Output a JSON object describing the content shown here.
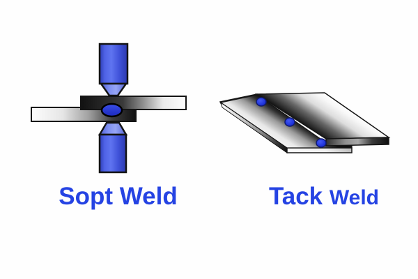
{
  "figures": {
    "spot": {
      "label": "Sopt Weld",
      "parts": [
        "upper-electrode",
        "upper-plate",
        "weld-nugget",
        "lower-plate",
        "lower-electrode"
      ]
    },
    "tack": {
      "label_word1": "Tack",
      "label_word2": "Weld",
      "parts": [
        "left-plate",
        "right-plate",
        "tack-weld-dots"
      ],
      "tack_dot_count": 3
    }
  },
  "colors": {
    "background": "#fefefe",
    "label_text": "#2543e3",
    "electrode_blue": "#4e62e6",
    "electrode_tip_blue": "#8a9af2",
    "nugget_blue": "#2433d6",
    "tack_dot_blue": "#2136dd",
    "plate_dark": "#141414",
    "plate_light": "#fdfdfd",
    "outline": "#141414"
  }
}
